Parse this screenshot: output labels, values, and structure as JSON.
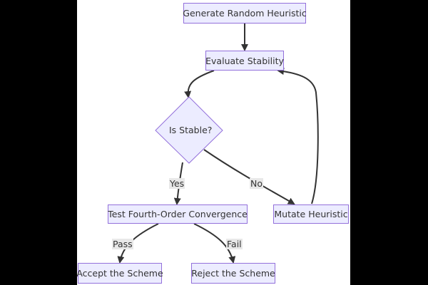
{
  "nodes": {
    "generate": "Generate Random Heuristic",
    "evaluate": "Evaluate Stability",
    "decision": "Is Stable?",
    "test": "Test Fourth-Order Convergence",
    "mutate": "Mutate Heuristic",
    "accept": "Accept the Scheme",
    "reject": "Reject the Scheme"
  },
  "edges": {
    "yes": "Yes",
    "no": "No",
    "pass": "Pass",
    "fail": "Fail"
  },
  "colors": {
    "node_fill": "#ECECFF",
    "node_border": "#9370DB",
    "edge": "#333333",
    "label_bg": "#e8e8e8",
    "background": "#000000"
  }
}
